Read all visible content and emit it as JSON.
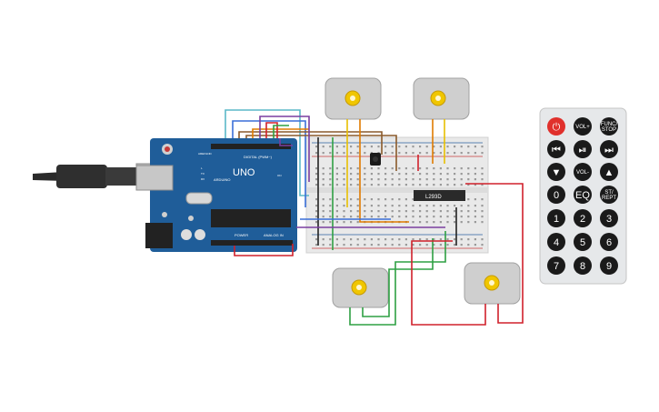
{
  "board": {
    "logo": "UNO",
    "brand": "ARDUINO",
    "digital_label": "DIGITAL (PWM~)",
    "power_label": "POWER",
    "analog_label": "ANALOG IN",
    "tx_label": "TX",
    "rx_label": "RX",
    "l_label": "L",
    "on_label": "ON",
    "aref_label": "AREF",
    "gnd_label": "GND"
  },
  "driver": {
    "label": "L293D"
  },
  "remote": {
    "buttons": [
      {
        "id": "power",
        "label": "⏻"
      },
      {
        "id": "vol-plus",
        "label": "VOL+"
      },
      {
        "id": "func-stop",
        "label": "FUNC/ STOP"
      },
      {
        "id": "prev",
        "label": "⏮"
      },
      {
        "id": "play-pause",
        "label": "⏯"
      },
      {
        "id": "next",
        "label": "⏭"
      },
      {
        "id": "down",
        "label": "▼"
      },
      {
        "id": "vol-minus",
        "label": "VOL-"
      },
      {
        "id": "up",
        "label": "▲"
      },
      {
        "id": "zero",
        "label": "0"
      },
      {
        "id": "eq",
        "label": "EQ"
      },
      {
        "id": "st-rept",
        "label": "ST/ REPT"
      },
      {
        "id": "one",
        "label": "1"
      },
      {
        "id": "two",
        "label": "2"
      },
      {
        "id": "three",
        "label": "3"
      },
      {
        "id": "four",
        "label": "4"
      },
      {
        "id": "five",
        "label": "5"
      },
      {
        "id": "six",
        "label": "6"
      },
      {
        "id": "seven",
        "label": "7"
      },
      {
        "id": "eight",
        "label": "8"
      },
      {
        "id": "nine",
        "label": "9"
      }
    ]
  },
  "colors": {
    "board": "#1f5d99",
    "wire_red": "#d0212b",
    "wire_green": "#2ea043",
    "wire_orange": "#e07b00",
    "wire_yellow": "#e8c000",
    "wire_blue": "#3a6fd8",
    "wire_purple": "#7a3fa0",
    "wire_cyan": "#5ab8c8",
    "wire_brown": "#8a5a2b",
    "remote_body": "#e6e8ea"
  }
}
